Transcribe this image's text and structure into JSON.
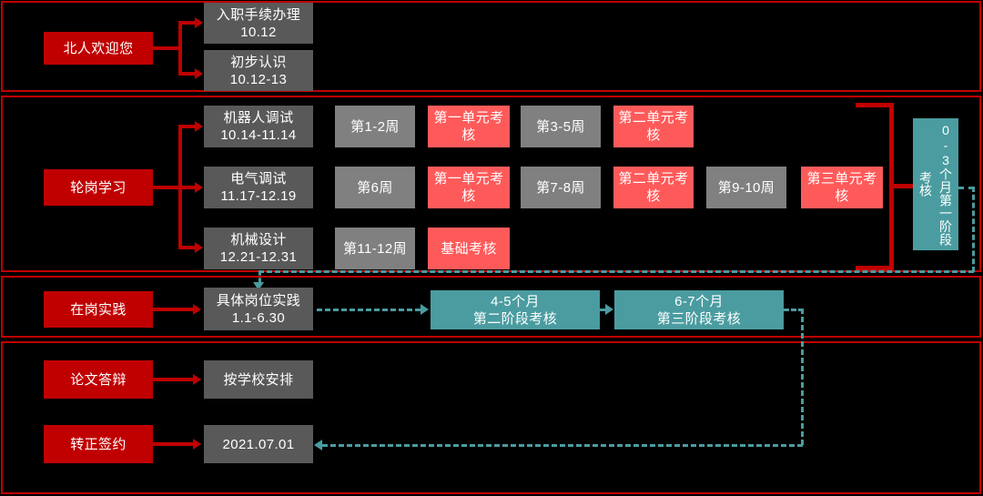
{
  "colors": {
    "background": "#000000",
    "primary_red": "#C00000",
    "gray_dark": "#595959",
    "gray_light": "#808080",
    "salmon": "#FF5A5A",
    "teal": "#4A9CA0"
  },
  "sections": {
    "welcome": {
      "title": "北人欢迎您",
      "steps": [
        {
          "line1": "入职手续办理",
          "line2": "10.12"
        },
        {
          "line1": "初步认识",
          "line2": "10.12-13"
        }
      ]
    },
    "rotation": {
      "title": "轮岗学习",
      "tracks": [
        {
          "name_line1": "机器人调试",
          "name_line2": "10.14-11.14",
          "items": [
            {
              "label": "第1-2周",
              "kind": "week"
            },
            {
              "label": "第一单元考核",
              "kind": "exam"
            },
            {
              "label": "第3-5周",
              "kind": "week"
            },
            {
              "label": "第二单元考核",
              "kind": "exam"
            }
          ]
        },
        {
          "name_line1": "电气调试",
          "name_line2": "11.17-12.19",
          "items": [
            {
              "label": "第6周",
              "kind": "week"
            },
            {
              "label": "第一单元考核",
              "kind": "exam"
            },
            {
              "label": "第7-8周",
              "kind": "week"
            },
            {
              "label": "第二单元考核",
              "kind": "exam"
            },
            {
              "label": "第9-10周",
              "kind": "week"
            },
            {
              "label": "第三单元考核",
              "kind": "exam"
            }
          ]
        },
        {
          "name_line1": "机械设计",
          "name_line2": "12.21-12.31",
          "items": [
            {
              "label": "第11-12周",
              "kind": "week"
            },
            {
              "label": "基础考核",
              "kind": "exam"
            }
          ]
        }
      ],
      "stage_review": "0-3个月第一阶段考核"
    },
    "on_job": {
      "title": "在岗实践",
      "task": {
        "line1": "具体岗位实践",
        "line2": "1.1-6.30"
      },
      "reviews": [
        {
          "line1": "4-5个月",
          "line2": "第二阶段考核"
        },
        {
          "line1": "6-7个月",
          "line2": "第三阶段考核"
        }
      ]
    },
    "closing": {
      "rows": [
        {
          "title": "论文答辩",
          "value": "按学校安排"
        },
        {
          "title": "转正签约",
          "value": "2021.07.01"
        }
      ]
    }
  }
}
